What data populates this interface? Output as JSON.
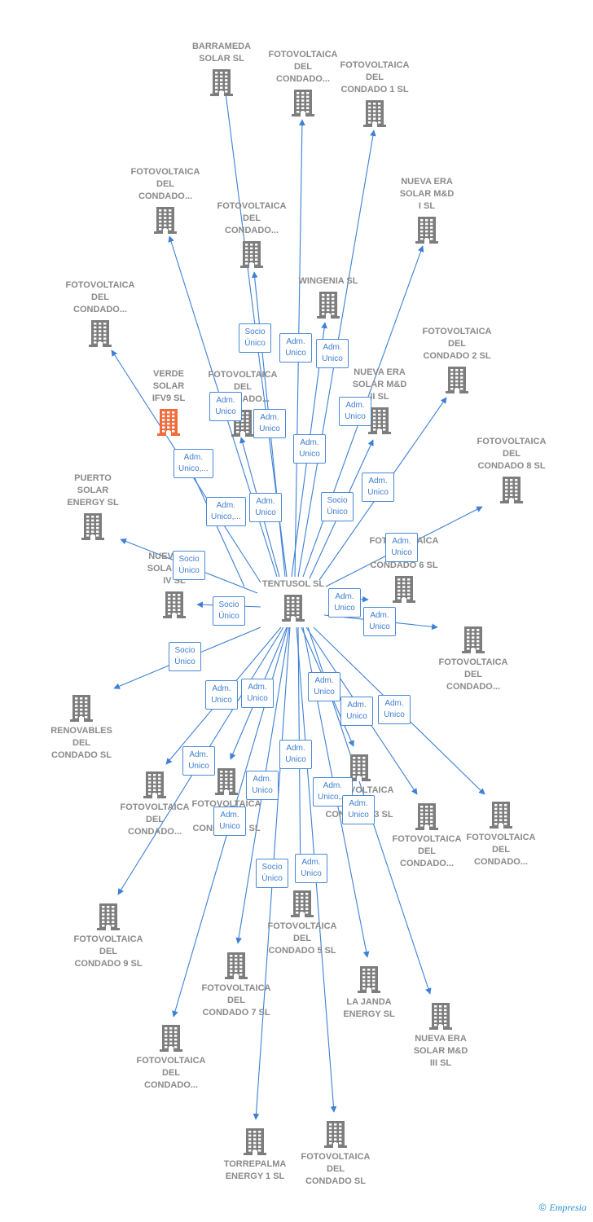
{
  "center": {
    "label": "TENTUSOL SL"
  },
  "nodes": [
    {
      "id": "n1",
      "label": "BARRAMEDA\nSOLAR  SL"
    },
    {
      "id": "n2",
      "label": "FOTOVOLTAICA\nDEL\nCONDADO..."
    },
    {
      "id": "n3",
      "label": "FOTOVOLTAICA\nDEL\nCONDADO 1 SL"
    },
    {
      "id": "n4",
      "label": "FOTOVOLTAICA\nDEL\nCONDADO..."
    },
    {
      "id": "n5",
      "label": "FOTOVOLTAICA\nDEL\nCONDADO..."
    },
    {
      "id": "n6",
      "label": "NUEVA ERA\nSOLAR M&D\nI  SL"
    },
    {
      "id": "n7",
      "label": "WINGENIA SL"
    },
    {
      "id": "n8",
      "label": "FOTOVOLTAICA\nDEL\nCONDADO..."
    },
    {
      "id": "n9",
      "label": "FOTOVOLTAICA\nDEL\nCONDADO 2 SL"
    },
    {
      "id": "n10",
      "label": "VERDE\nSOLAR\nIFV9  SL"
    },
    {
      "id": "n11",
      "label": "FOTOVOLTAICA\nDEL\nCONDADO..."
    },
    {
      "id": "n12",
      "label": "NUEVA ERA\nSOLAR M&D\nII  SL"
    },
    {
      "id": "n13",
      "label": "FOTOVOLTAICA\nDEL\nCONDADO 8 SL"
    },
    {
      "id": "n14",
      "label": "PUERTO\nSOLAR\nENERGY  SL"
    },
    {
      "id": "n15",
      "label": "FOTOVOLTAICA\nDEL\nCONDADO 6 SL"
    },
    {
      "id": "n16",
      "label": "NUEVA ERA\nSOLAR M&D\nIV  SL"
    },
    {
      "id": "n17",
      "label": "FOTOVOLTAICA\nDEL\nCONDADO..."
    },
    {
      "id": "n18",
      "label": "RENOVABLES\nDEL\nCONDADO SL"
    },
    {
      "id": "n19",
      "label": "FOTOVOLTAICA\nDEL\nCONDADO..."
    },
    {
      "id": "n20",
      "label": "FOTOVOLTAICA\nDEL\nCONDADO 4 SL"
    },
    {
      "id": "n21",
      "label": "FOTOVOLTAICA\nDEL\nCONDADO 3 SL"
    },
    {
      "id": "n22",
      "label": "FOTOVOLTAICA\nDEL\nCONDADO..."
    },
    {
      "id": "n23",
      "label": "FOTOVOLTAICA\nDEL\nCONDADO..."
    },
    {
      "id": "n24",
      "label": "FOTOVOLTAICA\nDEL\nCONDADO 9 SL"
    },
    {
      "id": "n25",
      "label": "FOTOVOLTAICA\nDEL\nCONDADO 5 SL"
    },
    {
      "id": "n26",
      "label": "FOTOVOLTAICA\nDEL\nCONDADO 7 SL"
    },
    {
      "id": "n27",
      "label": "LA JANDA\nENERGY  SL"
    },
    {
      "id": "n28",
      "label": "NUEVA ERA\nSOLAR M&D\nIII  SL"
    },
    {
      "id": "n29",
      "label": "FOTOVOLTAICA\nDEL\nCONDADO..."
    },
    {
      "id": "n30",
      "label": "TORREPALMA\nENERGY 1  SL"
    },
    {
      "id": "n31",
      "label": "FOTOVOLTAICA\nDEL\nCONDADO SL"
    }
  ],
  "badges": [
    {
      "id": "b1",
      "text": "Socio\nÚnico"
    },
    {
      "id": "b2",
      "text": "Adm.\nUnico"
    },
    {
      "id": "b3",
      "text": "Adm.\nUnico"
    },
    {
      "id": "b4",
      "text": "Adm.\nUnico,..."
    },
    {
      "id": "b5",
      "text": "Adm.\nUnico"
    },
    {
      "id": "b6",
      "text": "Adm.\nUnico"
    },
    {
      "id": "b7",
      "text": "Adm.\nUnico"
    },
    {
      "id": "b8",
      "text": "Adm.\nUnico"
    },
    {
      "id": "b9",
      "text": "Adm.\nUnico"
    },
    {
      "id": "b10",
      "text": "Adm.\nUnico,..."
    },
    {
      "id": "b11",
      "text": "Adm.\nUnico"
    },
    {
      "id": "b12",
      "text": "Socio\nÚnico"
    },
    {
      "id": "b13",
      "text": "Adm.\nUnico"
    },
    {
      "id": "b14",
      "text": "Socio\nÚnico"
    },
    {
      "id": "b15",
      "text": "Socio\nÚnico"
    },
    {
      "id": "b16",
      "text": "Adm.\nUnico"
    },
    {
      "id": "b17",
      "text": "Adm.\nUnico"
    },
    {
      "id": "b18",
      "text": "Socio\nÚnico"
    },
    {
      "id": "b19",
      "text": "Adm.\nUnico"
    },
    {
      "id": "b20",
      "text": "Adm.\nUnico"
    },
    {
      "id": "b21",
      "text": "Adm.\nUnico"
    },
    {
      "id": "b22",
      "text": "Adm.\nUnico"
    },
    {
      "id": "b23",
      "text": "Adm.\nUnico"
    },
    {
      "id": "b24",
      "text": "Adm.\nUnico"
    },
    {
      "id": "b25",
      "text": "Adm.\nUnico"
    },
    {
      "id": "b26",
      "text": "Adm.\nUnico"
    },
    {
      "id": "b27",
      "text": "Adm.\nUnico"
    },
    {
      "id": "b28",
      "text": "Adm.\nUnico,..."
    },
    {
      "id": "b29",
      "text": "Adm.\nUnico"
    },
    {
      "id": "b30",
      "text": "Socio\nÚnico"
    },
    {
      "id": "b31",
      "text": "Adm.\nUnico"
    }
  ],
  "colors": {
    "edge": "#3d80d4",
    "building": "#7d7d7d",
    "focus": "#f26b3a"
  },
  "footer": {
    "copyright": "©",
    "brand": "Empresia"
  }
}
